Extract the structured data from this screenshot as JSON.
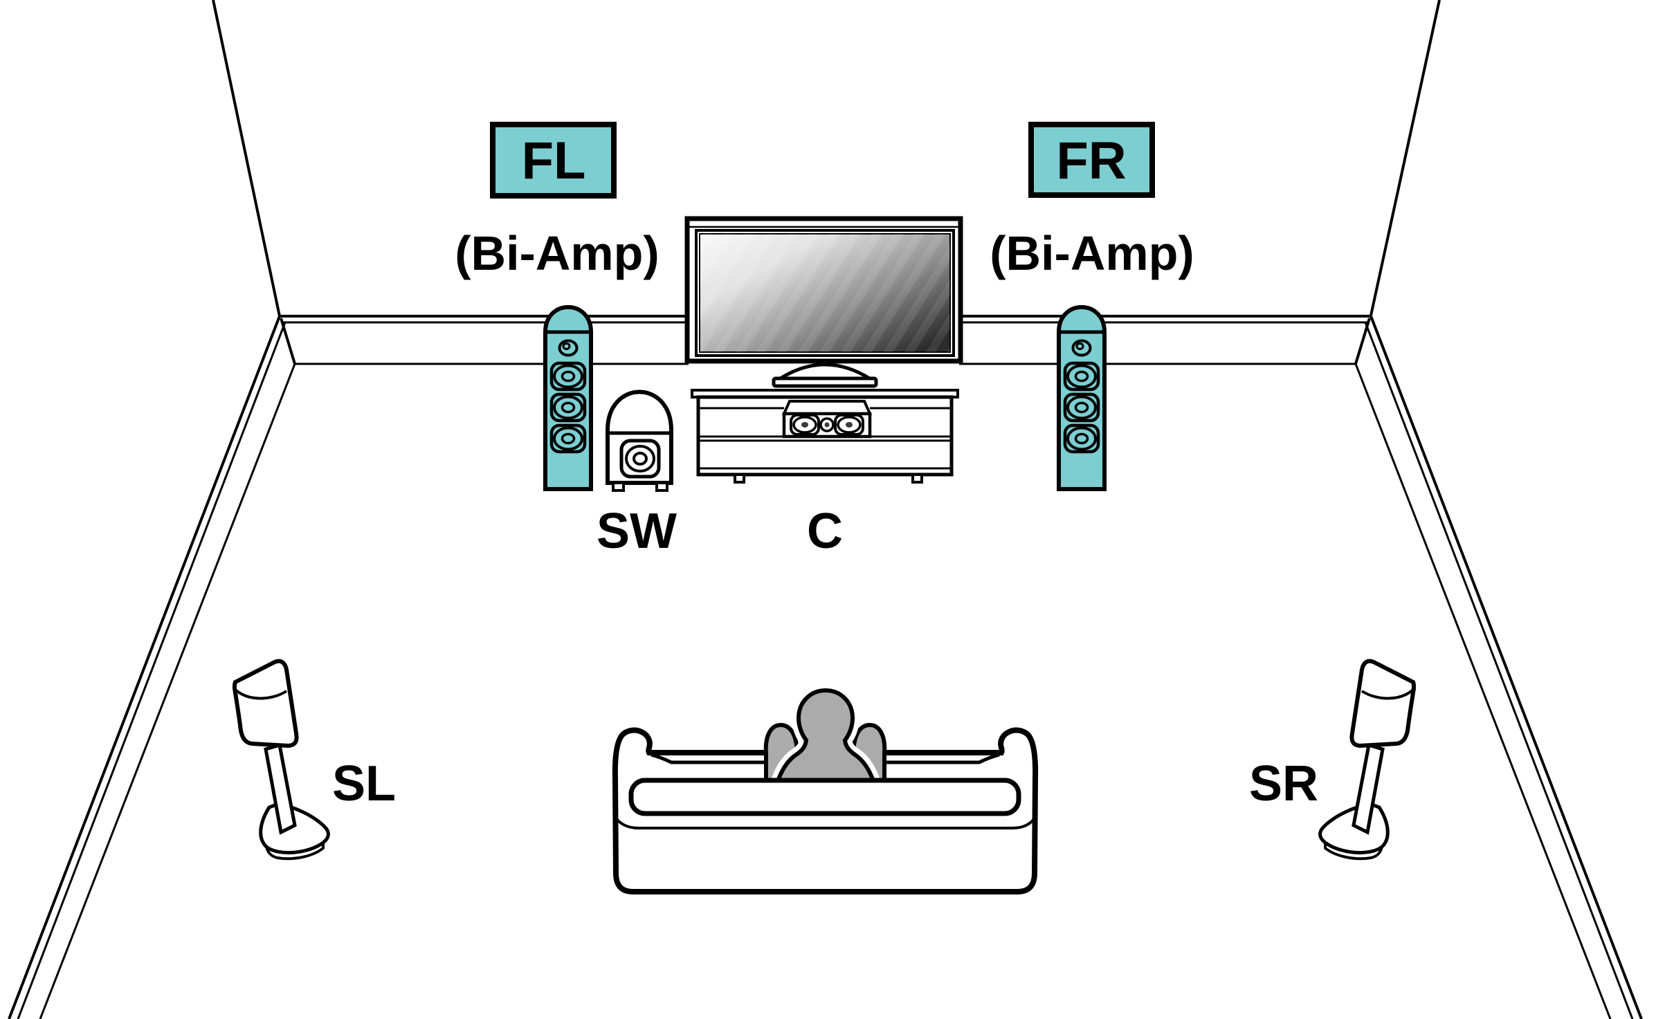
{
  "diagram_type": "home-theater-speaker-layout",
  "labels": {
    "front_left": {
      "code": "FL",
      "qualifier": "(Bi-Amp)"
    },
    "front_right": {
      "code": "FR",
      "qualifier": "(Bi-Amp)"
    },
    "subwoofer": {
      "code": "SW"
    },
    "center": {
      "code": "C"
    },
    "surround_left": {
      "code": "SL"
    },
    "surround_right": {
      "code": "SR"
    }
  },
  "colors": {
    "highlight": "#7CCED1",
    "person_gray": "#ABABAB",
    "outline": "#000000",
    "background": "#FFFFFF"
  }
}
